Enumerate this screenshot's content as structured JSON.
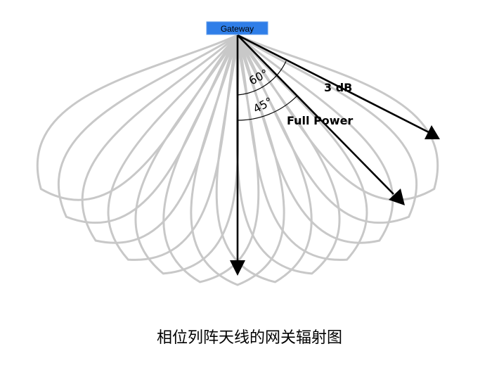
{
  "gateway": {
    "label": "Gateway",
    "fill_color": "#2f7ee8",
    "border_color": "#5f9bea"
  },
  "diagram": {
    "lobe_count": 13,
    "lobe_color": "#c8c8c8",
    "arrow_color": "#000000"
  },
  "labels": {
    "beam_3db": "3 dB",
    "beam_full_power": "Full Power",
    "angle_60": "60°",
    "angle_45": "45°"
  },
  "caption": "相位列阵天线的网关辐射图"
}
